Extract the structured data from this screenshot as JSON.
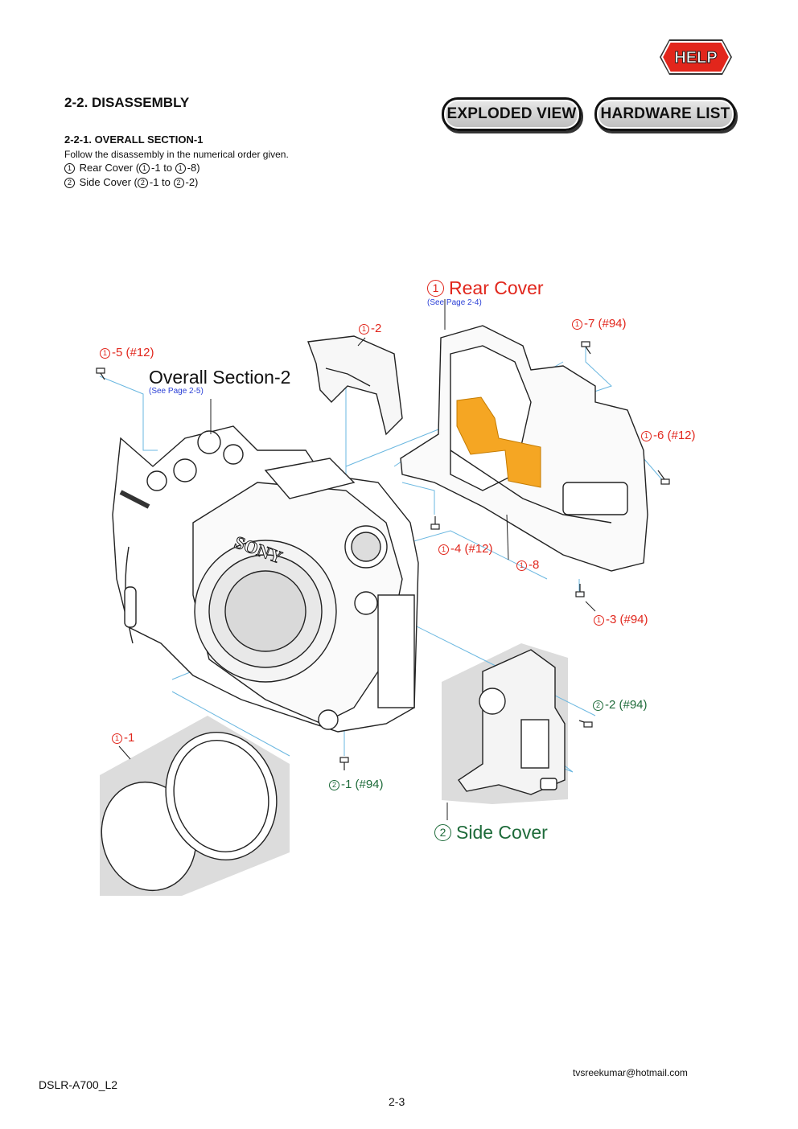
{
  "header": {
    "help_label": "HELP",
    "exploded_view_label": "EXPLODED VIEW",
    "hardware_list_label": "HARDWARE LIST"
  },
  "section": {
    "title": "2-2.  DISASSEMBLY",
    "subtitle": "2-2-1.  OVERALL  SECTION-1",
    "intro": "Follow the disassembly in the numerical order given.",
    "step1_num": "1",
    "step1_text": "Rear Cover (",
    "step1_a": "1",
    "step1_mid": "-1 to ",
    "step1_b": "1",
    "step1_end": "-8)",
    "step2_num": "2",
    "step2_text": "Side Cover (",
    "step2_a": "2",
    "step2_mid": "-1 to ",
    "step2_b": "2",
    "step2_end": "-2)"
  },
  "diagram": {
    "rear_cover_num": "1",
    "rear_cover_title": "Rear Cover",
    "rear_cover_see": "(See Page 2-4)",
    "overall2_title": "Overall Section-2",
    "overall2_see": "(See Page 2-5)",
    "side_cover_num": "2",
    "side_cover_title": "Side Cover",
    "callouts": [
      {
        "num": "1",
        "text": "-2"
      },
      {
        "num": "1",
        "text": "-7 (#94)"
      },
      {
        "num": "1",
        "text": "-5 (#12)"
      },
      {
        "num": "1",
        "text": "-6 (#12)"
      },
      {
        "num": "1",
        "text": "-4 (#12)"
      },
      {
        "num": "1",
        "text": "-8"
      },
      {
        "num": "1",
        "text": "-3 (#94)"
      },
      {
        "num": "2",
        "text": "-2 (#94)"
      },
      {
        "num": "1",
        "text": "-1"
      },
      {
        "num": "2",
        "text": "-1 (#94)"
      }
    ]
  },
  "footer": {
    "model": "DSLR-A700_L2",
    "page": "2-3",
    "email": "tvsreekumar@hotmail.com"
  },
  "colors": {
    "red": "#e1261c",
    "green": "#1e6b3a",
    "blue": "#2a3fd6",
    "leader": "#6ab7e0",
    "flex": "#f5a623"
  }
}
